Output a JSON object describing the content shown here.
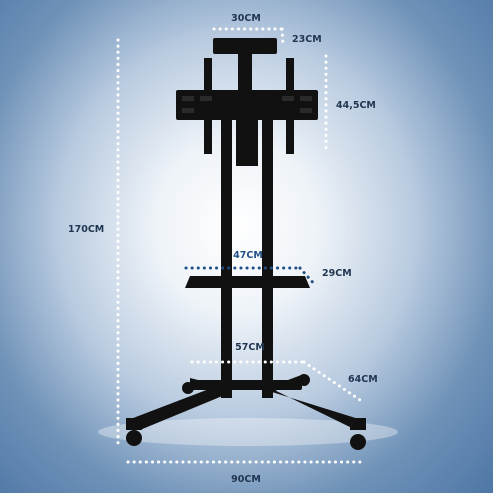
{
  "colors": {
    "background_center": "#ffffff",
    "background_edge": "#4a73a3",
    "dimension_white": "#ffffff",
    "dimension_dark": "#1f4f86",
    "stand": "#111111"
  },
  "dimensions": {
    "top_width": "30CM",
    "top_depth": "23CM",
    "bracket_height": "44,5CM",
    "total_height": "170CM",
    "shelf_width": "47CM",
    "shelf_depth": "29CM",
    "base_inner": "57CM",
    "base_depth": "64CM",
    "base_width": "90CM"
  }
}
